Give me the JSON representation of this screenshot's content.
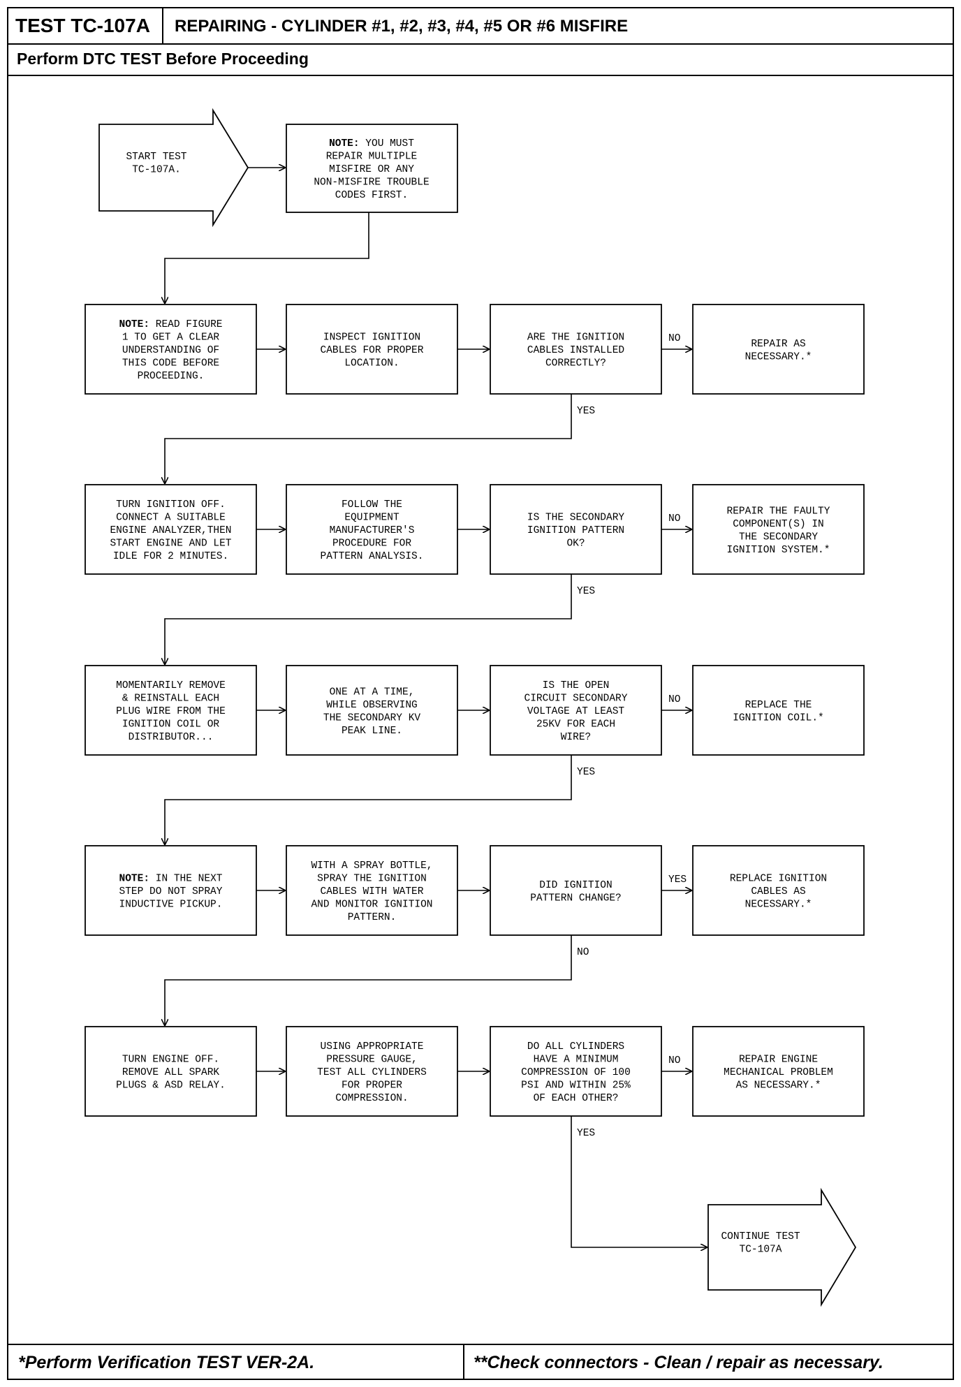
{
  "header": {
    "test_id": "TEST TC-107A",
    "title": "REPAIRING - CYLINDER #1, #2, #3, #4, #5 OR #6 MISFIRE",
    "subtitle": "Perform DTC TEST Before Proceeding"
  },
  "footer": {
    "left": "*Perform Verification TEST VER-2A.",
    "right": "**Check connectors - Clean / repair as necessary."
  },
  "flow": {
    "start": [
      "START TEST",
      "TC-107A."
    ],
    "note1": {
      "bold": "NOTE:",
      "lines": [
        "YOU MUST",
        "REPAIR MULTIPLE",
        "MISFIRE OR ANY",
        "NON-MISFIRE TROUBLE",
        "CODES FIRST."
      ]
    },
    "row1": {
      "a": {
        "bold": "NOTE:",
        "lines": [
          "READ FIGURE",
          "1 TO GET A CLEAR",
          "UNDERSTANDING OF",
          "THIS CODE BEFORE",
          "PROCEEDING."
        ]
      },
      "b": [
        "INSPECT IGNITION",
        "CABLES FOR PROPER",
        "LOCATION."
      ],
      "c": [
        "ARE THE IGNITION",
        "CABLES INSTALLED",
        "CORRECTLY?"
      ],
      "d": [
        "REPAIR AS",
        "NECESSARY.*"
      ],
      "side_label": "NO",
      "down_label": "YES"
    },
    "row2": {
      "a": [
        "TURN IGNITION OFF.",
        "CONNECT A SUITABLE",
        "ENGINE ANALYZER,THEN",
        "START ENGINE AND LET",
        "IDLE FOR 2 MINUTES."
      ],
      "b": [
        "FOLLOW THE",
        "EQUIPMENT",
        "MANUFACTURER'S",
        "PROCEDURE FOR",
        "PATTERN ANALYSIS."
      ],
      "c": [
        "IS THE SECONDARY",
        "IGNITION PATTERN",
        "OK?"
      ],
      "d": [
        "REPAIR THE FAULTY",
        "COMPONENT(S) IN",
        "THE SECONDARY",
        "IGNITION SYSTEM.*"
      ],
      "side_label": "NO",
      "down_label": "YES"
    },
    "row3": {
      "a": [
        "MOMENTARILY REMOVE",
        "& REINSTALL EACH",
        "PLUG WIRE FROM THE",
        "IGNITION COIL OR",
        "DISTRIBUTOR..."
      ],
      "b": [
        "ONE AT A TIME,",
        "WHILE OBSERVING",
        "THE SECONDARY KV",
        "PEAK LINE."
      ],
      "c": [
        "IS THE OPEN",
        "CIRCUIT SECONDARY",
        "VOLTAGE AT LEAST",
        "25KV FOR EACH",
        "WIRE?"
      ],
      "d": [
        "REPLACE THE",
        "IGNITION COIL.*"
      ],
      "side_label": "NO",
      "down_label": "YES"
    },
    "row4": {
      "a": {
        "bold": "NOTE:",
        "lines": [
          "IN THE NEXT",
          "STEP DO NOT SPRAY",
          "INDUCTIVE PICKUP."
        ]
      },
      "b": [
        "WITH A SPRAY BOTTLE,",
        "SPRAY THE IGNITION",
        "CABLES WITH WATER",
        "AND MONITOR IGNITION",
        "PATTERN."
      ],
      "c": [
        "DID IGNITION",
        "PATTERN CHANGE?"
      ],
      "d": [
        "REPLACE IGNITION",
        "CABLES AS",
        "NECESSARY.*"
      ],
      "side_label": "YES",
      "down_label": "NO"
    },
    "row5": {
      "a": [
        "TURN ENGINE OFF.",
        "REMOVE ALL SPARK",
        "PLUGS & ASD RELAY."
      ],
      "b": [
        "USING APPROPRIATE",
        "PRESSURE GAUGE,",
        "TEST ALL CYLINDERS",
        "FOR PROPER",
        "COMPRESSION."
      ],
      "c": [
        "DO ALL CYLINDERS",
        "HAVE A MINIMUM",
        "COMPRESSION OF 100",
        "PSI AND WITHIN 25%",
        "OF EACH OTHER?"
      ],
      "d": [
        "REPAIR ENGINE",
        "MECHANICAL PROBLEM",
        "AS NECESSARY.*"
      ],
      "side_label": "NO",
      "down_label": "YES"
    },
    "end": [
      "CONTINUE TEST",
      "TC-107A"
    ]
  }
}
